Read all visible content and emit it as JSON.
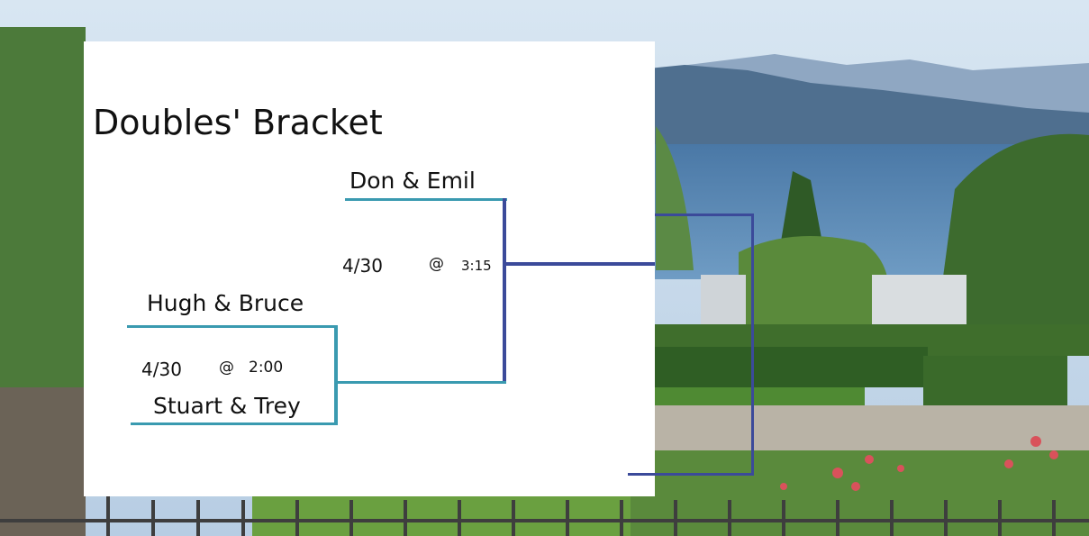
{
  "bracket": {
    "title": "Doubles' Bracket",
    "round1": {
      "team_top": "Hugh & Bruce",
      "team_bottom": "Stuart & Trey",
      "date": "4/30",
      "at": "@",
      "time": "2:00"
    },
    "round2": {
      "team_top": "Don & Emil",
      "date": "4/30",
      "at": "@",
      "time": "3:15"
    }
  },
  "colors": {
    "teal": "#3a9ab0",
    "navy": "#3b4a9a",
    "panel": "#ffffff"
  },
  "background": {
    "scene": "harbour view with mountains, trees, hedges, rose garden and iron fence"
  }
}
